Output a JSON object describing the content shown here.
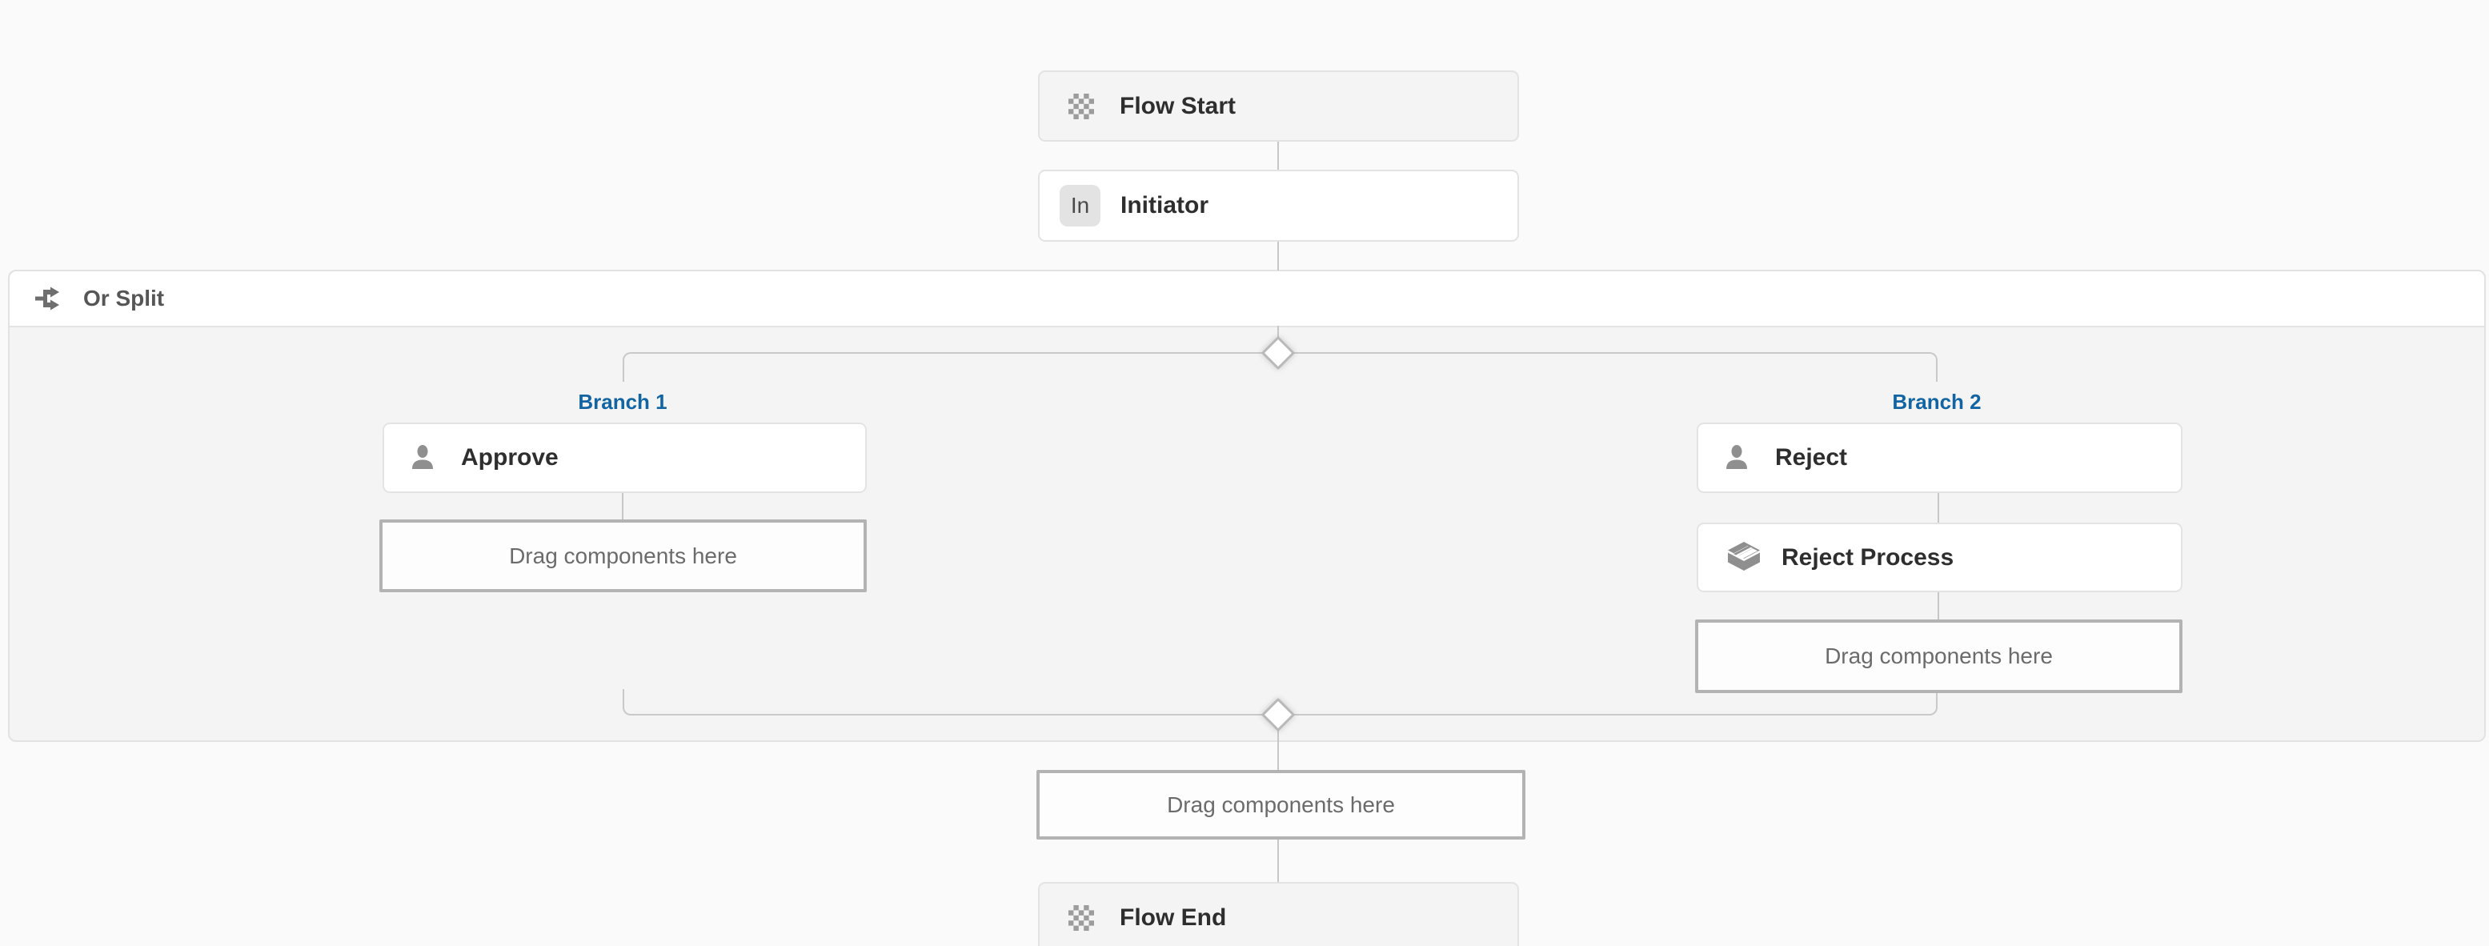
{
  "flow": {
    "start": {
      "label": "Flow Start",
      "icon": "checkered-icon"
    },
    "initiator": {
      "label": "Initiator",
      "badge": "In"
    },
    "or_split": {
      "label": "Or Split",
      "icon": "split-icon"
    },
    "branches": [
      {
        "name": "Branch 1",
        "steps": [
          {
            "label": "Approve",
            "icon": "user-icon"
          }
        ],
        "dropzone_label": "Drag components here"
      },
      {
        "name": "Branch 2",
        "steps": [
          {
            "label": "Reject",
            "icon": "user-icon"
          },
          {
            "label": "Reject Process",
            "icon": "process-icon"
          }
        ],
        "dropzone_label": "Drag components here"
      }
    ],
    "main_dropzone_label": "Drag components here",
    "end": {
      "label": "Flow End",
      "icon": "checkered-icon"
    }
  },
  "colors": {
    "canvas_bg": "#fafafa",
    "split_body_bg": "#f4f4f4",
    "node_border": "#e3e3e3",
    "connector": "#c7c7c7",
    "dropzone_border": "#b3b3b3",
    "branch_label_blue": "#1264a3",
    "icon_gray": "#8f8f8f"
  }
}
